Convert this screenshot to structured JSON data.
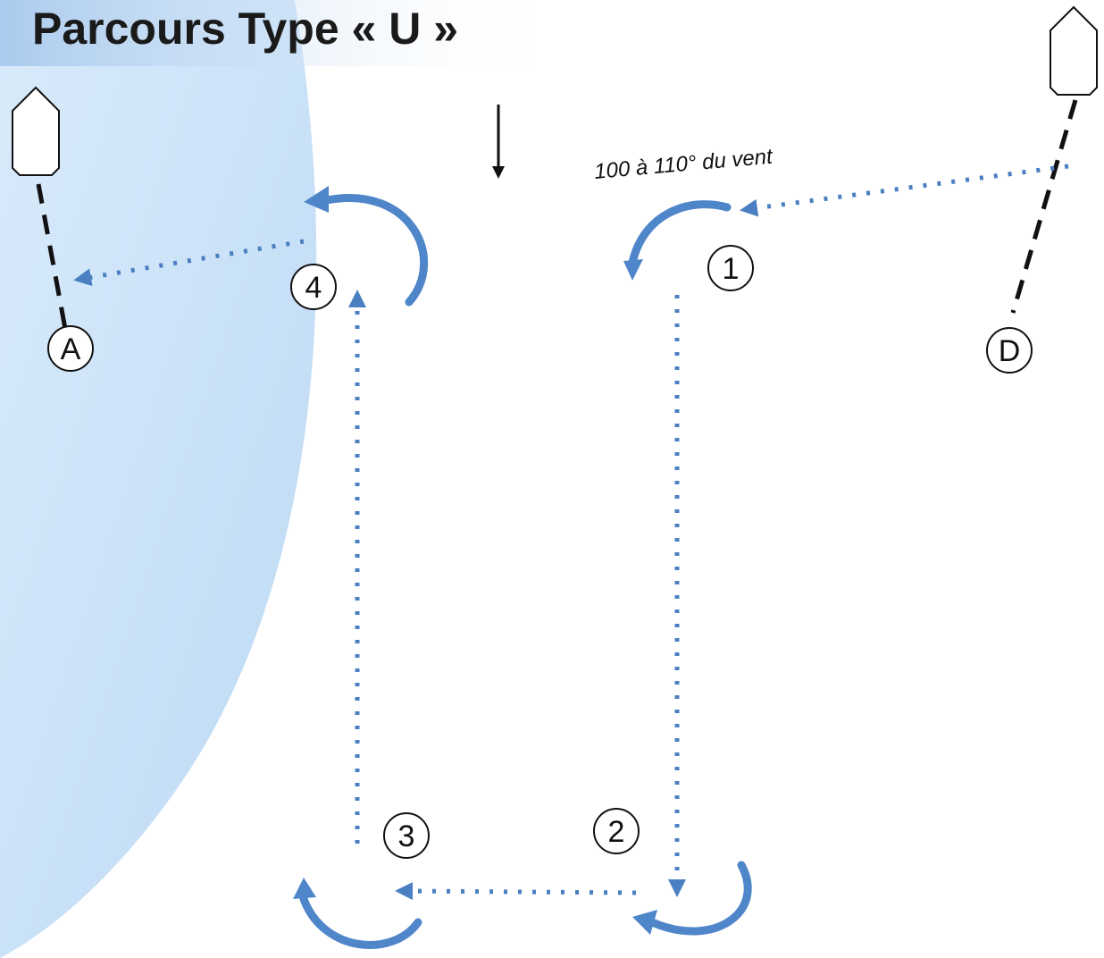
{
  "title": "Parcours Type « U »",
  "annotation": "100 à 110° du vent",
  "marks": {
    "start": "D",
    "mark1": "1",
    "mark2": "2",
    "mark3": "3",
    "mark4": "4",
    "finish": "A"
  },
  "colors": {
    "route": "#4a7fc1",
    "turn_arrow": "#4f86c9",
    "background_shape": "#cde4f8",
    "line": "#111111"
  },
  "icons": {
    "wind": "arrow-down-icon",
    "committee_boat": "boat-icon"
  }
}
